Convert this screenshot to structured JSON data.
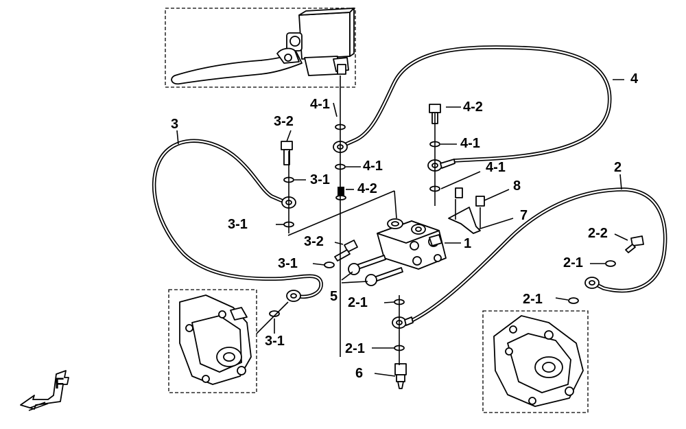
{
  "callouts": {
    "c1": "1",
    "c2": "2",
    "c2_1a": "2-1",
    "c2_1b": "2-1",
    "c2_1c": "2-1",
    "c2_1d": "2-1",
    "c2_2": "2-2",
    "c3": "3",
    "c3_1a": "3-1",
    "c3_1b": "3-1",
    "c3_1c": "3-1",
    "c3_1d": "3-1",
    "c3_2a": "3-2",
    "c3_2b": "3-2",
    "c4": "4",
    "c4_1a": "4-1",
    "c4_1b": "4-1",
    "c4_1c": "4-1",
    "c4_1d": "4-1",
    "c4_2a": "4-2",
    "c4_2b": "4-2",
    "c5": "5",
    "c6": "6",
    "c7": "7",
    "c8": "8"
  },
  "direction_mark": "F"
}
